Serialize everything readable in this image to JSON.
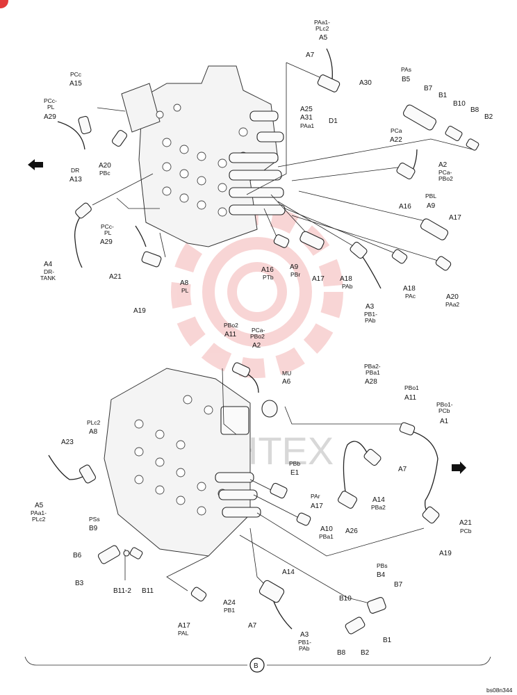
{
  "labels": {
    "paa1_plc2_top": "PAa1-",
    "paa1_plc2_top2": "PLc2",
    "a5_top": "A5",
    "a7_top": "A7",
    "a30": "A30",
    "a25": "A25",
    "a31": "A31",
    "paa1": "PAa1",
    "d1": "D1",
    "pcc": "PCc",
    "a15": "A15",
    "pcc_pl_1": "PCc-",
    "pcc_pl_2": "PL",
    "a29_top": "A29",
    "a20_left": "A20",
    "pbc": "PBc",
    "pas": "PAs",
    "b5": "B5",
    "b7_top": "B7",
    "b1_top": "B1",
    "b10_top": "B10",
    "b8_top": "B8",
    "b2_top": "B2",
    "pca": "PCa",
    "a22": "A22",
    "a2_top": "A2",
    "pca_pbo2_1": "PCa-",
    "pca_pbo2_2": "PBo2",
    "a16_right": "A16",
    "pbl": "PBL",
    "a9_right": "A9",
    "a17_right": "A17",
    "dr": "DR",
    "a13": "A13",
    "a4": "A4",
    "dr_tank_1": "DR-",
    "dr_tank_2": "TANK",
    "pcc_pl2_1": "PCc-",
    "pcc_pl2_2": "PL",
    "a29_mid": "A29",
    "a21_left": "A21",
    "a8_mid": "A8",
    "pl": "PL",
    "a19_left": "A19",
    "a16_mid": "A16",
    "ptb": "PTb",
    "a9_mid": "A9",
    "pbr": "PBr",
    "a17_mid": "A17",
    "a18_pab": "A18",
    "pab": "PAb",
    "a18_pac": "A18",
    "pac": "PAc",
    "a20_right": "A20",
    "paa2": "PAa2",
    "a3_mid": "A3",
    "pb1_pab_1": "PB1-",
    "pb1_pab_2": "PAb",
    "pbo2": "PBo2",
    "a11_left": "A11",
    "pca_pbo2b_1": "PCa-",
    "pca_pbo2b_2": "PBo2",
    "a2_mid": "A2",
    "mu": "MU",
    "a6": "A6",
    "pba2_pba1_1": "PBa2-",
    "pba2_pba1_2": "PBa1",
    "a28": "A28",
    "pbo1": "PBo1",
    "a11_right": "A11",
    "pbo1_pcb_1": "PBo1-",
    "pbo1_pcb_2": "PCb",
    "a1": "A1",
    "plc2": "PLc2",
    "a8_low": "A8",
    "a23": "A23",
    "a5_low": "A5",
    "paa1_plc2_low_1": "PAa1-",
    "paa1_plc2_low_2": "PLc2",
    "pbb": "PBb",
    "e1": "E1",
    "a7_low": "A7",
    "a14_mid": "A14",
    "pba2": "PBa2",
    "par": "PAr",
    "a17_low": "A17",
    "a10": "A10",
    "pba1": "PBa1",
    "a26": "A26",
    "a21_right": "A21",
    "pcb": "PCb",
    "a19_right": "A19",
    "pss": "PSs",
    "b9": "B9",
    "b6": "B6",
    "b3": "B3",
    "b11_2": "B11-2",
    "b11": "B11",
    "a14_low": "A14",
    "a24": "A24",
    "pb1": "PB1",
    "a7_bottom": "A7",
    "a3_low": "A3",
    "pb1_pab_low_1": "PB1-",
    "pb1_pab_low_2": "PAb",
    "a17_pal": "A17",
    "pal": "PAL",
    "pbs": "PBs",
    "b4": "B4",
    "b7_low": "B7",
    "b10_low": "B10",
    "b1_low": "B1",
    "b8_low": "B8",
    "b2_low": "B2",
    "section_letter": "B",
    "drawing_code": "bs08n344",
    "watermark": "VIHTEX"
  },
  "colors": {
    "watermark_red": "#f3b4b4",
    "badge_red": "#e23a3a"
  },
  "icons": {
    "left_arrow": "arrow-left-icon",
    "right_arrow": "arrow-right-icon"
  }
}
